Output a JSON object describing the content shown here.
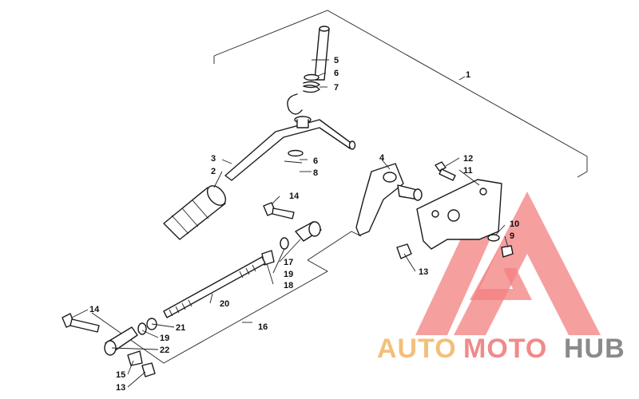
{
  "callouts": {
    "c1": "1",
    "c2": "2",
    "c3": "3",
    "c4": "4",
    "c5": "5",
    "c6a": "6",
    "c6b": "6",
    "c7": "7",
    "c8": "8",
    "c9": "9",
    "c10": "10",
    "c11": "11",
    "c12": "12",
    "c13a": "13",
    "c13b": "13",
    "c14a": "14",
    "c14b": "14",
    "c15": "15",
    "c16": "16",
    "c17": "17",
    "c18": "18",
    "c19a": "19",
    "c19b": "19",
    "c20": "20",
    "c21": "21",
    "c22": "22"
  },
  "watermark": {
    "auto": "AUTO",
    "moto": "MOTO",
    "hub": "HUB",
    "auto_color": "#f2c07a",
    "moto_color": "#f08a8a",
    "hub_color": "#8a8a8a",
    "triangle_color": "#f26a6a"
  }
}
